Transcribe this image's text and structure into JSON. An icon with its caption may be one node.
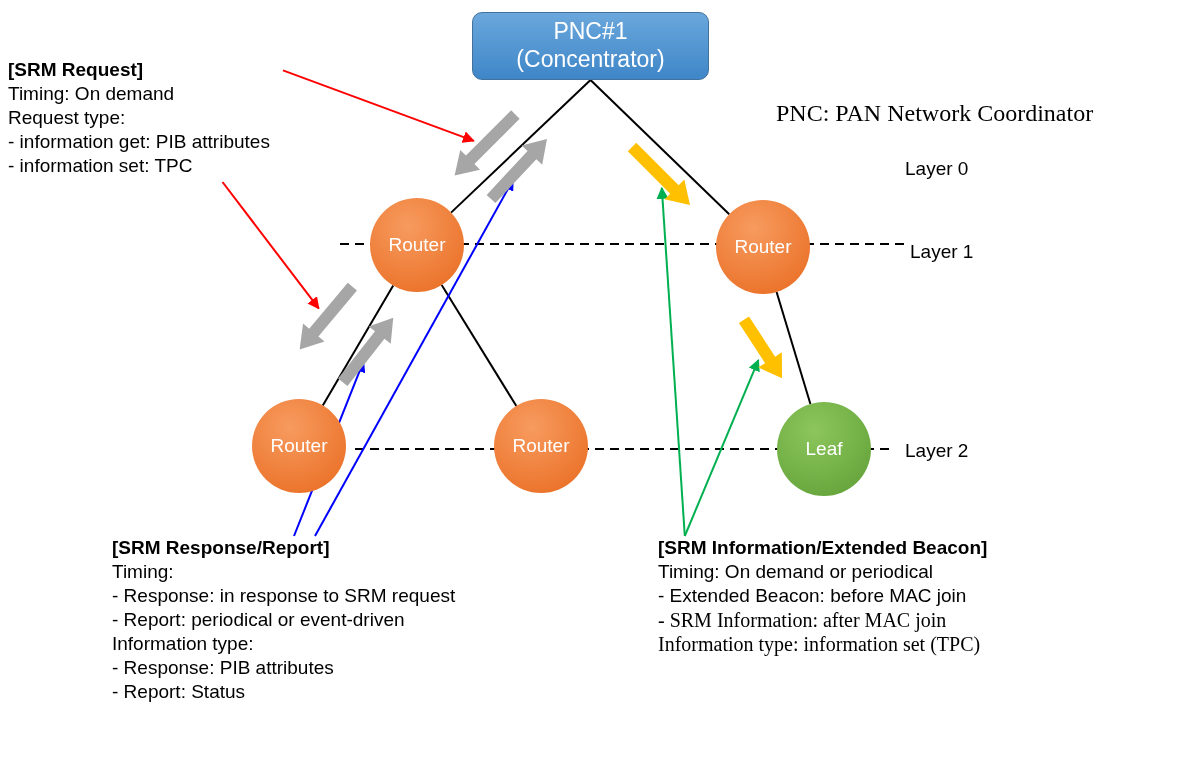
{
  "diagram": {
    "nodes": [
      {
        "text": [
          "PNC#1 (Concentrator)"
        ]
      },
      {
        "text": [
          "Router"
        ]
      },
      {
        "text": [
          "Router"
        ]
      },
      {
        "text": [
          "Router"
        ]
      },
      {
        "text": [
          "Router"
        ]
      },
      {
        "text": [
          "Leaf"
        ]
      },
      {
        "text": [],
        "shape": "arrow"
      },
      {
        "text": [],
        "shape": "arrow"
      },
      {
        "text": [],
        "shape": "arrow"
      },
      {
        "text": [],
        "shape": "arrow"
      },
      {
        "text": [],
        "shape": "arrow"
      },
      {
        "text": [],
        "shape": "arrow"
      },
      {
        "text": [
          "[SRM Request]",
          "Timing: On demand",
          "Request type:",
          "- information get: PIB attributes",
          "- information set: TPC"
        ]
      },
      {
        "text": [
          "[SRM Response/Report]",
          "Timing:",
          "- Response:  in response to SRM request",
          "- Report:  periodical or event-driven",
          "Information type:",
          "- Response:  PIB attributes",
          "- Report:  Status"
        ]
      },
      {
        "text": [
          "[SRM Information/Extended Beacon]",
          "Timing: On demand or periodical",
          "- Extended Beacon: before MAC join",
          "- SRM Information: after MAC join",
          "Information type: information set (TPC)"
        ]
      }
    ],
    "edges": [
      {
        "from": 0,
        "to": 1,
        "arrow": "none"
      },
      {
        "from": 0,
        "to": 2,
        "arrow": "none"
      },
      {
        "from": 1,
        "to": 3,
        "arrow": "none"
      },
      {
        "from": 1,
        "to": 4,
        "arrow": "none"
      },
      {
        "from": 2,
        "to": 5,
        "arrow": "none"
      },
      {
        "from": 12,
        "to": 6,
        "arrow": "to",
        "color": "#ff0000"
      },
      {
        "from": 12,
        "to": 9,
        "arrow": "to",
        "color": "#ff0000"
      },
      {
        "from": 13,
        "to": 7,
        "arrow": "to",
        "color": "#0000ff"
      },
      {
        "from": 13,
        "to": 10,
        "arrow": "to",
        "color": "#0000ff"
      },
      {
        "from": 14,
        "to": 8,
        "arrow": "to",
        "color": "#00b050"
      },
      {
        "from": 14,
        "to": 11,
        "arrow": "to",
        "color": "#00b050"
      }
    ],
    "labels": [
      "PNC: PAN Network Coordinator",
      "Layer 0",
      "Layer 1",
      "Layer 2"
    ]
  }
}
